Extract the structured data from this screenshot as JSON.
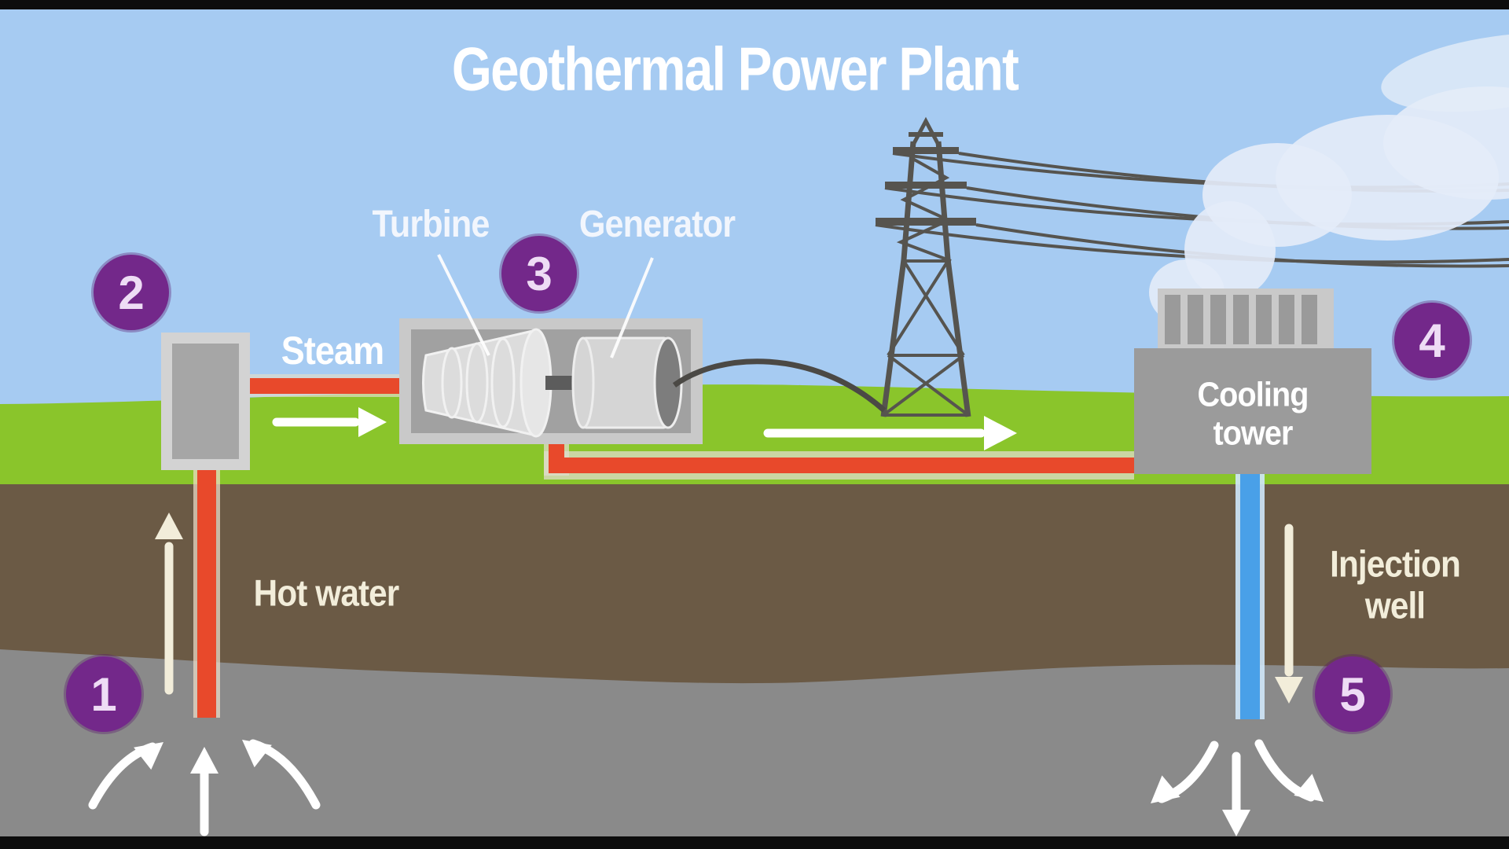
{
  "title": "Geothermal Power Plant",
  "labels": {
    "steam": "Steam",
    "turbine": "Turbine",
    "generator": "Generator",
    "hot_water": "Hot water",
    "cooling_tower": "Cooling\ntower",
    "injection_well": "Injection\nwell"
  },
  "steps": [
    {
      "number": "1",
      "meaning": "hot water rising from reservoir"
    },
    {
      "number": "2",
      "meaning": "production wellhead"
    },
    {
      "number": "3",
      "meaning": "turbine and generator"
    },
    {
      "number": "4",
      "meaning": "cooling tower"
    },
    {
      "number": "5",
      "meaning": "injection well return"
    }
  ],
  "palette": {
    "sky": "#a6cbf2",
    "grass": "#8ac52b",
    "soil": "#6b5a45",
    "rock": "#8a8a8a",
    "hot_pipe": "#e8492b",
    "cold_pipe": "#49a0e8",
    "step_badge": "#73288a",
    "machine_gray": "#a1a1a1",
    "structure_dark": "#56544f",
    "smoke": "#e4ecf8",
    "cream": "#f2edda"
  }
}
